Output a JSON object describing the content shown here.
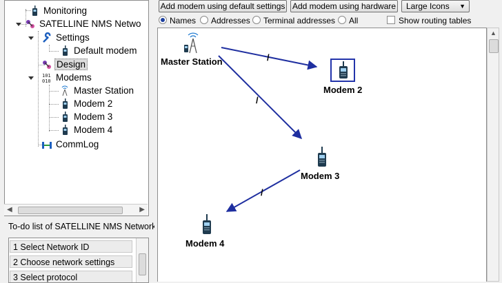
{
  "tree": {
    "items": [
      {
        "label": "Monitoring",
        "icon": "modem-icon"
      },
      {
        "label": "SATELLINE NMS Netwo",
        "icon": "network-icon"
      },
      {
        "label": "Settings",
        "icon": "wrench-icon"
      },
      {
        "label": "Default modem",
        "icon": "modem-icon"
      },
      {
        "label": "Design",
        "icon": "design-icon"
      },
      {
        "label": "Modems",
        "icon": "binary-icon"
      },
      {
        "label": "Master Station",
        "icon": "antenna-icon"
      },
      {
        "label": "Modem 2",
        "icon": "modem-icon"
      },
      {
        "label": "Modem 3",
        "icon": "modem-icon"
      },
      {
        "label": "Modem 4",
        "icon": "modem-icon"
      },
      {
        "label": "CommLog",
        "icon": "commlog-icon"
      }
    ]
  },
  "todo": {
    "title": "To-do list of SATELLINE NMS Network",
    "items": [
      "1 Select Network ID",
      "2 Choose network settings",
      "3 Select protocol"
    ]
  },
  "toolbar": {
    "add_default": "Add modem using default settings",
    "add_hardware": "Add modem using hardware",
    "view_select": "Large Icons"
  },
  "view_options": {
    "radios": [
      "Names",
      "Addresses",
      "Terminal addresses",
      "All"
    ],
    "selected": "Names",
    "checkbox": "Show routing tables"
  },
  "diagram": {
    "nodes": {
      "master": "Master Station",
      "m2": "Modem 2",
      "m3": "Modem 3",
      "m4": "Modem 4"
    },
    "link_mark": "/",
    "link_color": "#1f2fa0",
    "selection_color": "#2233aa"
  }
}
